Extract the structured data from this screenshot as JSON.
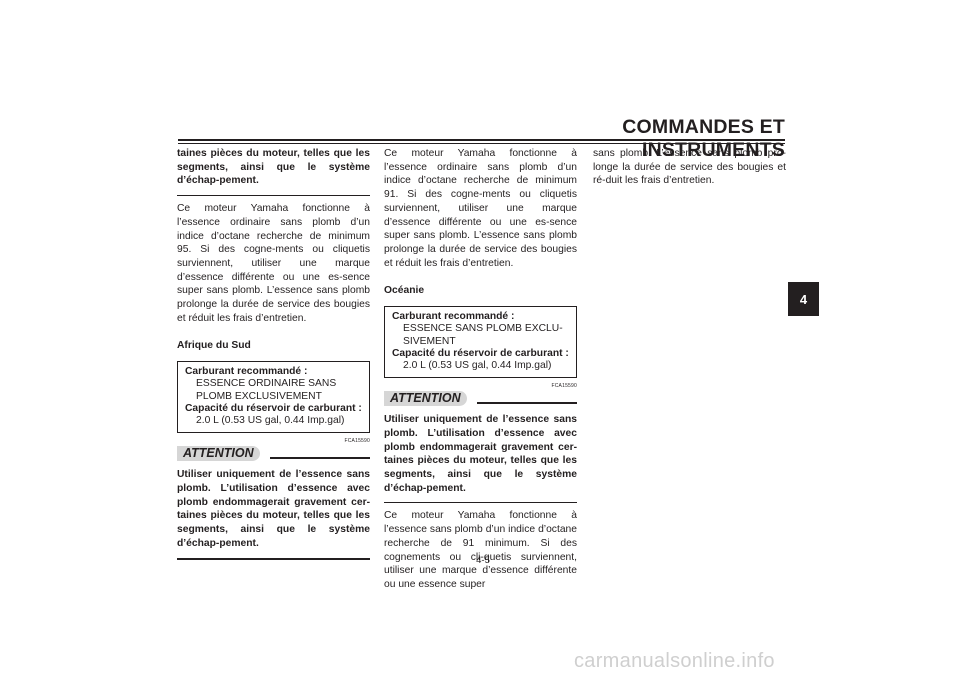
{
  "header": {
    "title": "COMMANDES ET INSTRUMENTS"
  },
  "chapter_tab": "4",
  "page_number": "4-5",
  "col1": {
    "intro_bold": "taines pièces du moteur, telles que les segments, ainsi que le système d’échap-pement.",
    "para1": "Ce moteur Yamaha fonctionne à l’essence ordinaire sans plomb d’un indice d’octane recherche de minimum 95. Si des cogne-ments ou cliquetis surviennent, utiliser une marque d’essence différente ou une es-sence super sans plomb. L’essence sans plomb prolonge la durée de service des bougies et réduit les frais d’entretien.",
    "heading": "Afrique du Sud",
    "box": {
      "fuel_label": "Carburant recommandé :",
      "fuel_value": "ESSENCE ORDINAIRE SANS PLOMB EXCLUSIVEMENT",
      "capacity_label": "Capacité du réservoir de carburant :",
      "capacity_value": "2.0 L (0.53 US gal, 0.44 Imp.gal)"
    },
    "code": "FCA15590",
    "attention": "ATTENTION",
    "attention_text": "Utiliser uniquement de l’essence sans plomb. L’utilisation d’essence avec plomb endommagerait gravement cer-taines pièces du moteur, telles que les segments, ainsi que le système d’échap-pement."
  },
  "col2": {
    "para1": "Ce moteur Yamaha fonctionne à l’essence ordinaire sans plomb d’un indice d’octane recherche de minimum 91. Si des cogne-ments ou cliquetis surviennent, utiliser une marque d’essence différente ou une es-sence super sans plomb. L’essence sans plomb prolonge la durée de service des bougies et réduit les frais d’entretien.",
    "heading": "Océanie",
    "box": {
      "fuel_label": "Carburant recommandé :",
      "fuel_value": "ESSENCE SANS PLOMB EXCLU-SIVEMENT",
      "capacity_label": "Capacité du réservoir de carburant :",
      "capacity_value": "2.0 L (0.53 US gal, 0.44 Imp.gal)"
    },
    "code": "FCA15590",
    "attention": "ATTENTION",
    "attention_text": "Utiliser uniquement de l’essence sans plomb. L’utilisation d’essence avec plomb endommagerait gravement cer-taines pièces du moteur, telles que les segments, ainsi que le système d’échap-pement.",
    "para2": "Ce moteur Yamaha fonctionne à l’essence sans plomb d’un indice d’octane recherche de 91 minimum. Si des cognements ou cli-quetis surviennent, utiliser une marque d’essence différente ou une essence super"
  },
  "col3": {
    "para1": "sans plomb. L’essence sans plomb pro-longe la durée de service des bougies et ré-duit les frais d’entretien."
  },
  "watermark": "carmanualsonline.info"
}
